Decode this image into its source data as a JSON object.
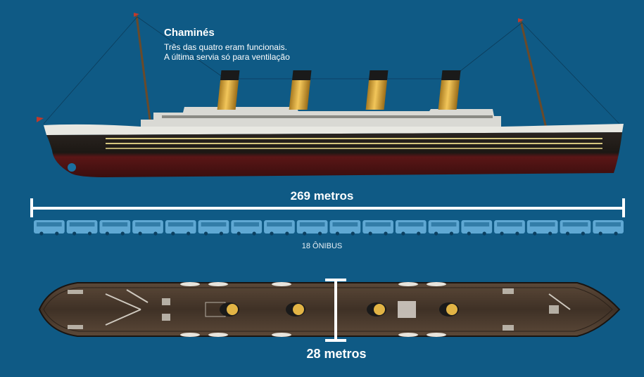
{
  "callout": {
    "title": "Chaminés",
    "line1": "Três das quatro eram funcionais.",
    "line2": "A última servia só para ventilação"
  },
  "length_label": "269 metros",
  "bus_count": 18,
  "bus_label": "18 ÔNIBUS",
  "width_label": "28 metros",
  "colors": {
    "background": "#0f5a85",
    "hull_black": "#1c1814",
    "hull_red": "#6b1a1a",
    "funnel_yellow": "#d9a93a",
    "funnel_black": "#1a1a1a",
    "bus": "#5fa8d3",
    "deck_wood": "#4a3a2c"
  }
}
